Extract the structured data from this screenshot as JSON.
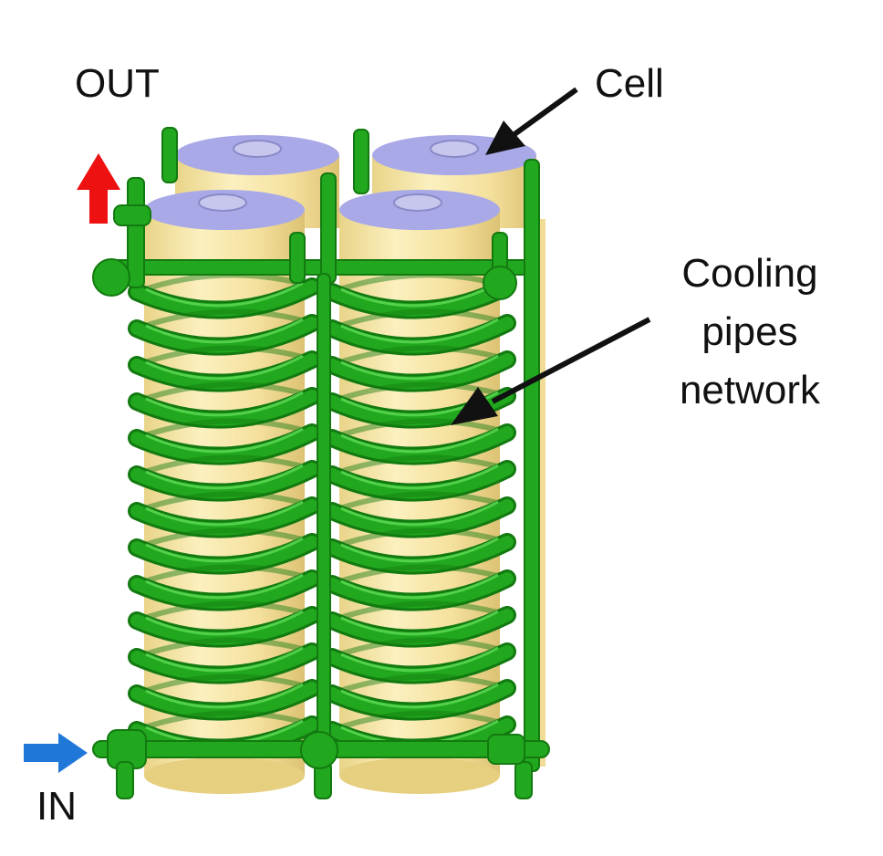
{
  "labels": {
    "out": "OUT",
    "in": "IN",
    "cell": "Cell",
    "cooling_line1": "Cooling",
    "cooling_line2": "pipes",
    "cooling_line3": "network"
  },
  "colors": {
    "cell_body": "#f7e7a6",
    "cell_body_shade": "#e6cf7e",
    "cell_top": "#a9a9e8",
    "cell_cap": "#c7c7ee",
    "pipe": "#22a81e",
    "pipe_dark": "#127a10",
    "pipe_light": "#4fd348",
    "out_arrow": "#ee1111",
    "in_arrow": "#1f78d8",
    "pointer_arrow": "#111111",
    "text": "#111111"
  },
  "icons": {
    "out_arrow": "arrow-up-icon",
    "in_arrow": "arrow-right-icon",
    "cell_pointer": "pointer-arrow-icon",
    "cooling_pointer": "pointer-arrow-icon"
  }
}
